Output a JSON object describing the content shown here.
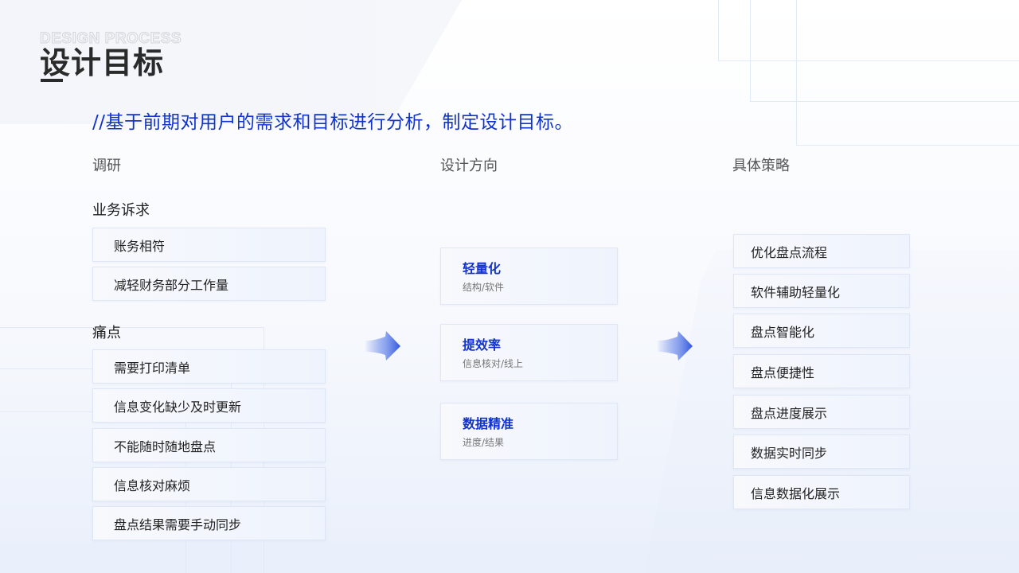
{
  "header": {
    "eyebrow": "DESIGN PROCESS",
    "title": "设计目标",
    "subtitle": "//基于前期对用户的需求和目标进行分析，制定设计目标。"
  },
  "columns": {
    "research": {
      "heading": "调研",
      "groups": [
        {
          "label": "业务诉求",
          "items": [
            "账务相符",
            "减轻财务部分工作量"
          ]
        },
        {
          "label": "痛点",
          "items": [
            "需要打印清单",
            "信息变化缺少及时更新",
            "不能随时随地盘点",
            "信息核对麻烦",
            "盘点结果需要手动同步"
          ]
        }
      ]
    },
    "direction": {
      "heading": "设计方向",
      "items": [
        {
          "title": "轻量化",
          "desc": "结构/软件"
        },
        {
          "title": "提效率",
          "desc": "信息核对/线上"
        },
        {
          "title": "数据精准",
          "desc": "进度/结果"
        }
      ]
    },
    "strategy": {
      "heading": "具体策略",
      "items": [
        "优化盘点流程",
        "软件辅助轻量化",
        "盘点智能化",
        "盘点便捷性",
        "盘点进度展示",
        "数据实时同步",
        "信息数据化展示"
      ]
    }
  },
  "icons": {
    "arrow_1": "arrow-right-icon",
    "arrow_2": "arrow-right-icon"
  },
  "colors": {
    "accent": "#1133cc",
    "arrow": "#3b5fe0",
    "title": "#2a2a2a",
    "card_border": "#dfe6f6"
  }
}
